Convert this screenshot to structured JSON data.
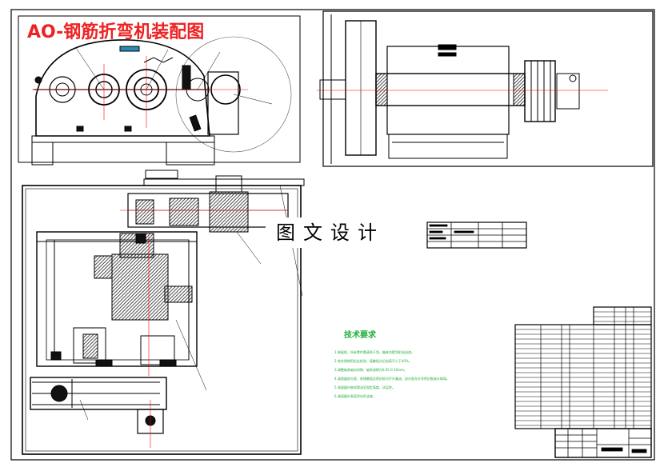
{
  "drawing": {
    "title": "AO-钢筋折弯机装配图",
    "watermark": "图文设计",
    "tech_requirements": {
      "title": "技术要求",
      "lines": [
        "1.装配前，所有零件需清洗干净，箱体内壁涂耐油油漆。",
        "2.啮合侧隙用铅丝检验，接触斑点沿齿高不小于40%。",
        "3.调整轴承轴向间隙，轴承游隙为0.05-0.10mm。",
        "4.减速器剖分面、各接触面及密封处均不许漏油，剖分面允许涂密封胶或水玻璃。",
        "5.减速器内装润滑油至规定高度，试运转。",
        "6.减速器外表面涂灰色油漆。"
      ]
    }
  },
  "colors": {
    "line": "#000000",
    "hatch": "#333333",
    "title_red": "#ee2222",
    "note_green": "#1fae3a",
    "center_red": "#ff0000",
    "leader_magenta": "#cc00cc"
  }
}
